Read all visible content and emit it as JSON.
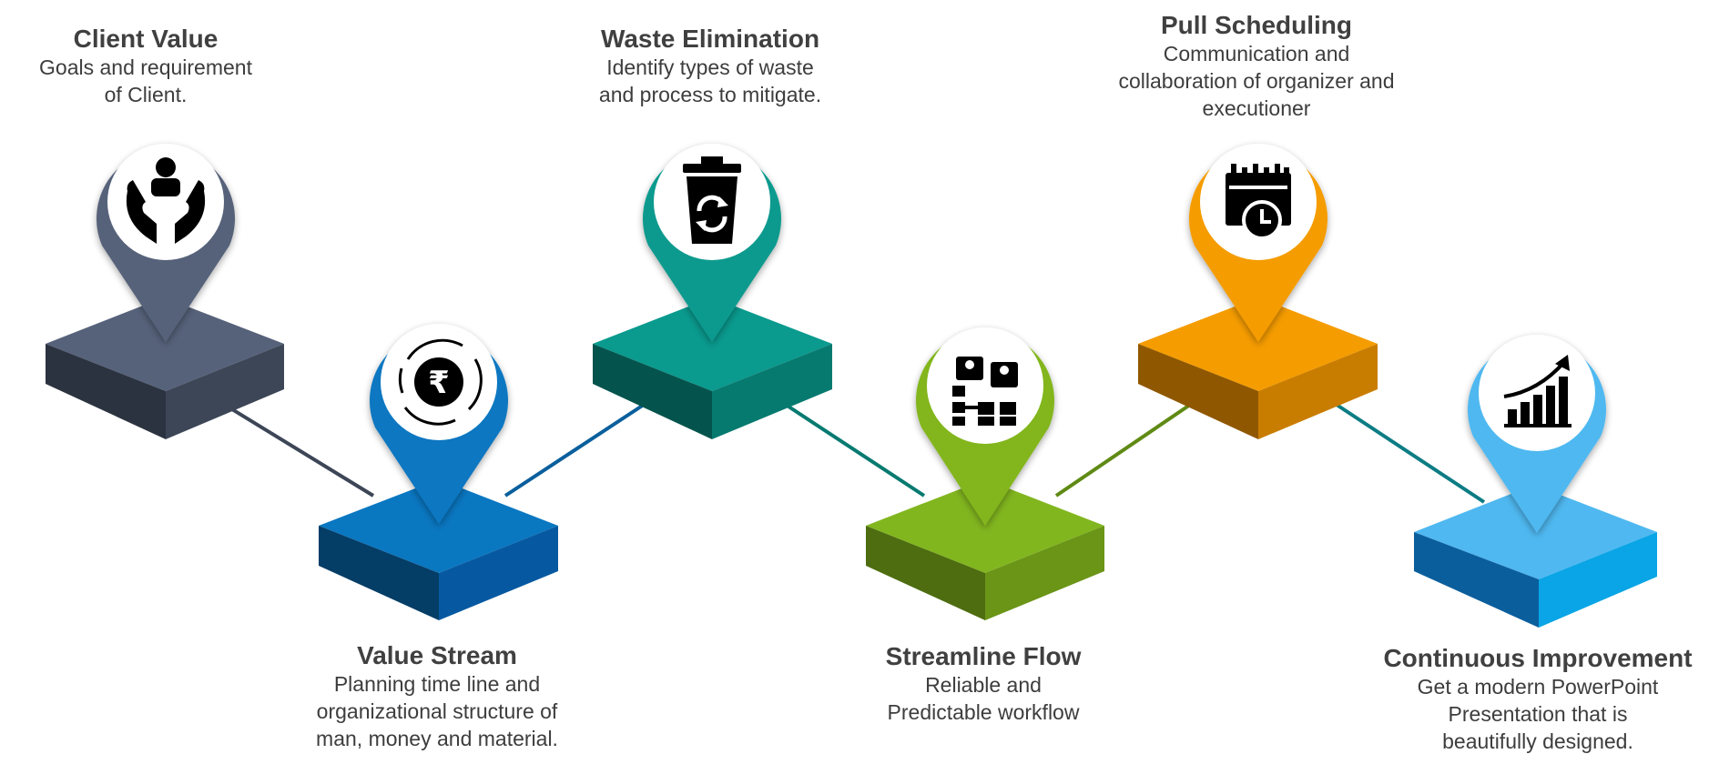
{
  "steps": [
    {
      "title": "Client Value",
      "desc": "Goals and requirement\nof Client.",
      "icon": "hands-person-icon",
      "color": "#56627a",
      "dark": "#2c3340",
      "side": "#3d4657"
    },
    {
      "title": "Value Stream",
      "desc": "Planning time line and\norganizational structure of\nman, money and material.",
      "icon": "rupee-cycle-icon",
      "color": "#0a77c1",
      "dark": "#043d66",
      "side": "#0659a0"
    },
    {
      "title": "Waste Elimination",
      "desc": "Identify types of waste\nand process to mitigate.",
      "icon": "recycle-bin-icon",
      "color": "#0a9a8e",
      "dark": "#04544d",
      "side": "#077a70"
    },
    {
      "title": "Streamline Flow",
      "desc": "Reliable and\nPredictable workflow",
      "icon": "workflow-people-icon",
      "color": "#82b61f",
      "dark": "#4d6d10",
      "side": "#6a9517"
    },
    {
      "title": "Pull Scheduling",
      "desc": "Communication and\ncollaboration of organizer and\nexecutioner",
      "icon": "calendar-clock-icon",
      "color": "#f59c00",
      "dark": "#8f5800",
      "side": "#c97d00"
    },
    {
      "title": "Continuous Improvement",
      "desc": "Get a modern PowerPoint\nPresentation that is\nbeautifully designed.",
      "icon": "growth-chart-icon",
      "color": "#4fb8f0",
      "dark": "#0b5e9c",
      "side": "#09a5e6"
    }
  ]
}
